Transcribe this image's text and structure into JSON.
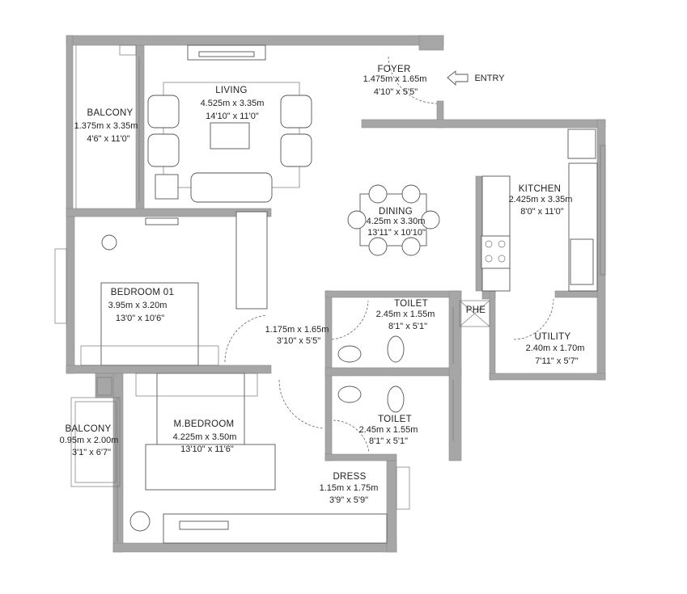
{
  "plan": {
    "entry_label": "ENTRY",
    "rooms": {
      "balcony1": {
        "name": "BALCONY",
        "metric": "1.375m x 3.35m",
        "imperial": "4'6\" x 11'0\""
      },
      "living": {
        "name": "LIVING",
        "metric": "4.525m x 3.35m",
        "imperial": "14'10\" x 11'0\""
      },
      "foyer": {
        "name": "FOYER",
        "metric": "1.475m x 1.65m",
        "imperial": "4'10\" x 5'5\""
      },
      "dining": {
        "name": "DINING",
        "metric": "4.25m x 3.30m",
        "imperial": "13'11\" x 10'10\""
      },
      "kitchen": {
        "name": "KITCHEN",
        "metric": "2.425m x 3.35m",
        "imperial": "8'0\" x 11'0\""
      },
      "bedroom01": {
        "name": "BEDROOM 01",
        "metric": "3.95m x 3.20m",
        "imperial": "13'0\" x 10'6\""
      },
      "passage": {
        "metric": "1.175m x 1.65m",
        "imperial": "3'10\" x 5'5\""
      },
      "toilet1": {
        "name": "TOILET",
        "metric": "2.45m x 1.55m",
        "imperial": "8'1\" x 5'1\""
      },
      "phe": {
        "name": "PHE"
      },
      "utility": {
        "name": "UTILITY",
        "metric": "2.40m x 1.70m",
        "imperial": "7'11\" x 5'7\""
      },
      "toilet2": {
        "name": "TOILET",
        "metric": "2.45m x 1.55m",
        "imperial": "8'1\" x 5'1\""
      },
      "mbedroom": {
        "name": "M.BEDROOM",
        "metric": "4.225m x 3.50m",
        "imperial": "13'10\" x 11'6\""
      },
      "balcony2": {
        "name": "BALCONY",
        "metric": "0.95m x 2.00m",
        "imperial": "3'1\" x 6'7\""
      },
      "dress": {
        "name": "DRESS",
        "metric": "1.15m x 1.75m",
        "imperial": "3'9\" x 5'9\""
      }
    }
  }
}
